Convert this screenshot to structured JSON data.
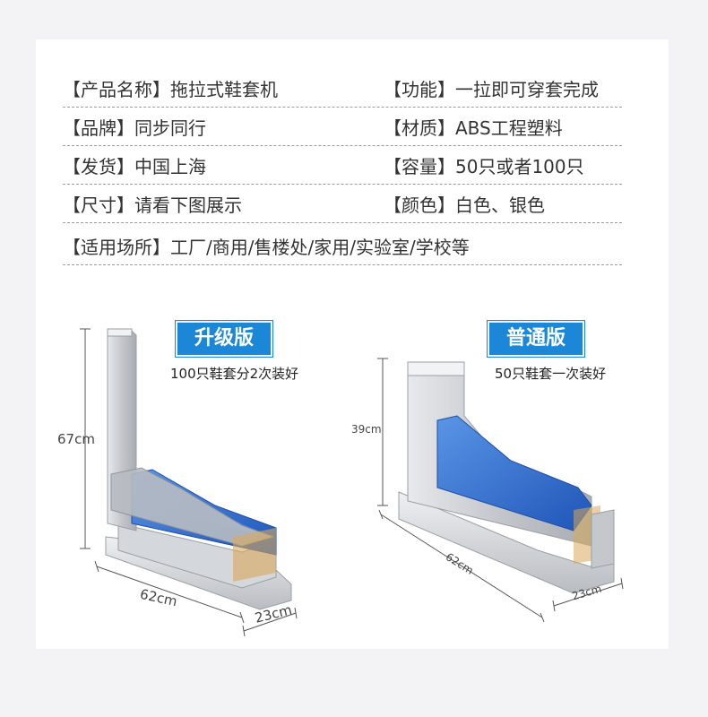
{
  "specs": [
    {
      "left": "【产品名称】拖拉式鞋套机",
      "right": "【功能】一拉即可穿套完成"
    },
    {
      "left": "【品牌】同步同行",
      "right": "【材质】ABS工程塑料"
    },
    {
      "left": "【发货】中国上海",
      "right": "【容量】50只或者100只"
    },
    {
      "left": "【尺寸】请看下图展示",
      "right": "【颜色】白色、银色"
    },
    {
      "left": "【适用场所】工厂/商用/售楼处/家用/实验室/学校等",
      "right": ""
    }
  ],
  "products": {
    "upgrade": {
      "badge": "升级版",
      "note": "100只鞋套分2次装好",
      "height": "67cm",
      "length": "62cm",
      "width": "23cm"
    },
    "standard": {
      "badge": "普通版",
      "note": "50只鞋套一次装好",
      "height": "39cm",
      "length": "62cm",
      "width": "23cm"
    }
  },
  "colors": {
    "badge_blue": "#1b87d6",
    "silver": "#c9ccd1",
    "cover_blue": "#2f6fd0"
  }
}
